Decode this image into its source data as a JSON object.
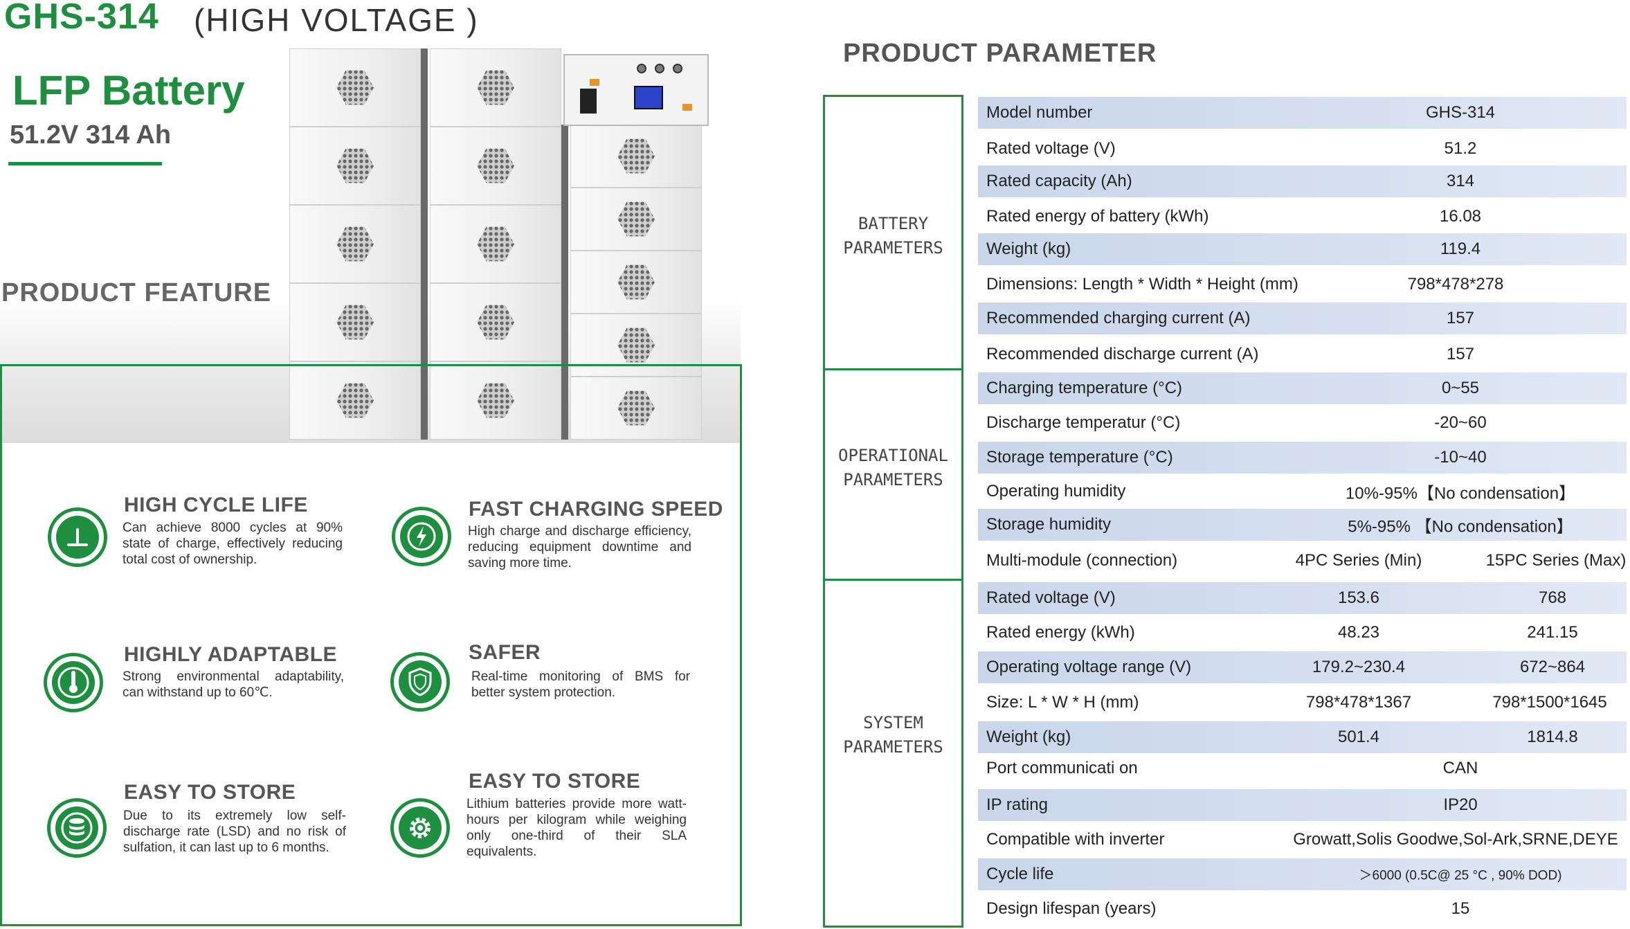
{
  "header": {
    "model": "GHS-314",
    "model_sub": "(HIGH  VOLTAGE )",
    "product_type": "LFP Battery",
    "spec": "51.2V 314 Ah"
  },
  "features_title": "PRODUCT  FEATURE",
  "features": [
    {
      "title": "HIGH CYCLE  LIFE",
      "desc": "Can achieve 8000 cycles at 90% state of charge, effectively reducing total cost of ownership.",
      "icon": "cycle-gauge-icon"
    },
    {
      "title": "FAST CHARGING  SPEED",
      "desc": "High charge and discharge efficiency, reducing equipment downtime and saving more time.",
      "icon": "lightning-icon"
    },
    {
      "title": "HIGHLY ADAPTABLE",
      "desc": "Strong environmental adaptability, can withstand up to 60℃.",
      "icon": "thermometer-icon"
    },
    {
      "title": "SAFER",
      "desc": "Real-time monitoring of BMS for better system protection.",
      "icon": "shield-icon"
    },
    {
      "title": "EASY TO STORE",
      "desc": "Due to its extremely low self-discharge rate (LSD) and no risk of sulfation, it can last up to 6 months.",
      "icon": "database-icon"
    },
    {
      "title": "EASY TO STORE",
      "desc": "Lithium batteries provide more watt-hours per kilogram while weighing only one-third of their SLA equivalents.",
      "icon": "gear-icon"
    }
  ],
  "parameters_title": "PRODUCT  PARAMETER",
  "groups": [
    {
      "label": "BATTERY\nPARAMETERS"
    },
    {
      "label": "OPERATIONAL\nPARAMETERS"
    },
    {
      "label": "SYSTEM\nPARAMETERS"
    }
  ],
  "rows": [
    {
      "label": "Model number",
      "value": "GHS-314"
    },
    {
      "label": "Rated voltage (V)",
      "value": "51.2"
    },
    {
      "label": "Rated capacity (Ah)",
      "value": "314"
    },
    {
      "label": "Rated energy of battery (kWh)",
      "value": "16.08"
    },
    {
      "label": "Weight (kg)",
      "value": "119.4"
    },
    {
      "label": "Dimensions: Length * Width * Height (mm)",
      "value": "798*478*278"
    },
    {
      "label": "Recommended charging current (A)",
      "value": "157"
    },
    {
      "label": "Recommended discharge current (A)",
      "value": "157"
    },
    {
      "label": "Charging temperature (°C)",
      "value": "0~55"
    },
    {
      "label": "Discharge temperatur (°C)",
      "value": "-20~60"
    },
    {
      "label": "Storage temperature (°C)",
      "value": "-10~40"
    },
    {
      "label": "Operating  humidity",
      "value": "10%-95%【No condensation】"
    },
    {
      "label": "Storage  humidity",
      "value": "5%-95% 【No condensation】"
    },
    {
      "label": "Multi-module (connection)",
      "v1": "4PC Series (Min)",
      "v2": "15PC Series (Max)"
    },
    {
      "label": "Rated voltage (V)",
      "v1": "153.6",
      "v2": "768"
    },
    {
      "label": "Rated energy (kWh)",
      "v1": "48.23",
      "v2": "241.15"
    },
    {
      "label": "Operating voltage range (V)",
      "v1": "179.2~230.4",
      "v2": "672~864"
    },
    {
      "label": "Size: L * W * H (mm)",
      "v1": "798*478*1367",
      "v2": "798*1500*1645"
    },
    {
      "label": "Weight (kg)",
      "v1": "501.4",
      "v2": "1814.8"
    },
    {
      "label": "Port communicati on",
      "value": "CAN"
    },
    {
      "label": "IP rating",
      "value": "IP20"
    },
    {
      "label": "Compatible with  inverter",
      "value": "Growatt,Solis Goodwe,Sol-Ark,SRNE,DEYE"
    },
    {
      "label": "Cycle life",
      "value": "＞6000   (0.5C@ 25 °C ,  90% DOD)"
    },
    {
      "label": "Design lifespan (years)",
      "value": "15"
    }
  ],
  "colors": {
    "accent": "#1e8f3e",
    "row_shade": "#d3deef"
  }
}
